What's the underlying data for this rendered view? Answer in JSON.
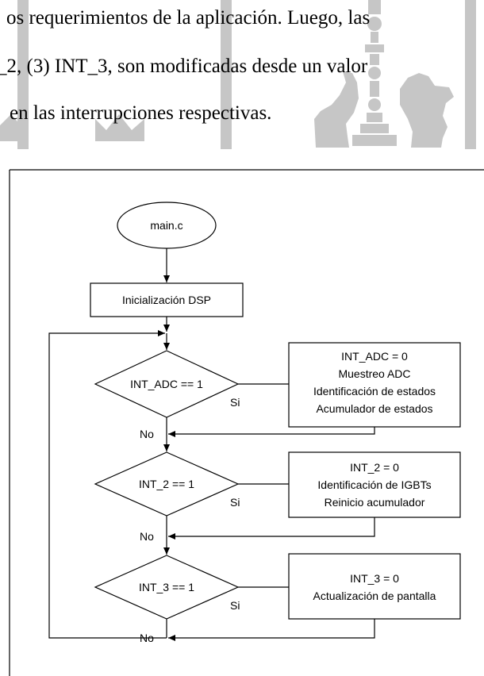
{
  "document": {
    "text_lines": [
      "os requerimientos de la aplicación. Luego, las",
      "_2, (3) INT_3, son modificadas desde un valor",
      "en las interrupciones respectivas."
    ]
  },
  "watermark": {
    "color": "#c6c6c6"
  },
  "flowchart": {
    "start": "main.c",
    "init": "Inicialización DSP",
    "decisions": [
      {
        "condition": "INT_ADC == 1",
        "yes_label": "Si",
        "no_label": "No",
        "actions": [
          "INT_ADC =  0",
          "Muestreo ADC",
          "Identificación de estados",
          "Acumulador de estados"
        ]
      },
      {
        "condition": "INT_2 == 1",
        "yes_label": "Si",
        "no_label": "No",
        "actions": [
          "INT_2 = 0",
          "Identificación de IGBTs",
          "Reinicio acumulador"
        ]
      },
      {
        "condition": "INT_3 == 1",
        "yes_label": "Si",
        "no_label": "No",
        "actions": [
          "INT_3 = 0",
          "Actualización de pantalla"
        ]
      }
    ]
  }
}
